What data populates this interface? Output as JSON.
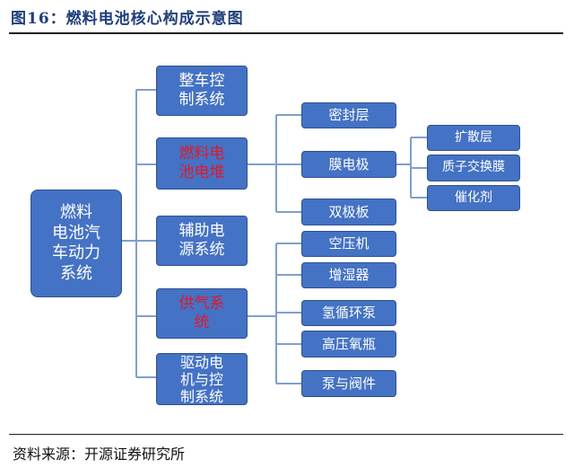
{
  "title": "图16：燃料电池核心构成示意图",
  "source": "资料来源：开源证券研究所",
  "colors": {
    "box_fill": "#4472c4",
    "box_border": "#2f528f",
    "connector": "#7f9fcf",
    "highlight_text": "#e0192c",
    "title_color": "#1f3f7a"
  },
  "nodes": {
    "root": "燃料\n电池汽\n车动力\n系统",
    "l1_vehicle_control": "整车控\n制系统",
    "l1_stack": "燃料电\n池电堆",
    "l1_auxiliary": "辅助电\n源系统",
    "l1_gas_supply": "供气系\n统",
    "l1_drive": "驱动电\n机与控\n制系统",
    "l2_seal": "密封层",
    "l2_mea": "膜电极",
    "l2_bipolar": "双极板",
    "l3_diffusion": "扩散层",
    "l3_pem": "质子交换膜",
    "l3_catalyst": "催化剂",
    "l2_air_compressor": "空压机",
    "l2_humidifier": "增湿器",
    "l2_h2_pump": "氢循环泵",
    "l2_h2_bottle": "高压氧瓶",
    "l2_pump_valve": "泵与阀件"
  }
}
